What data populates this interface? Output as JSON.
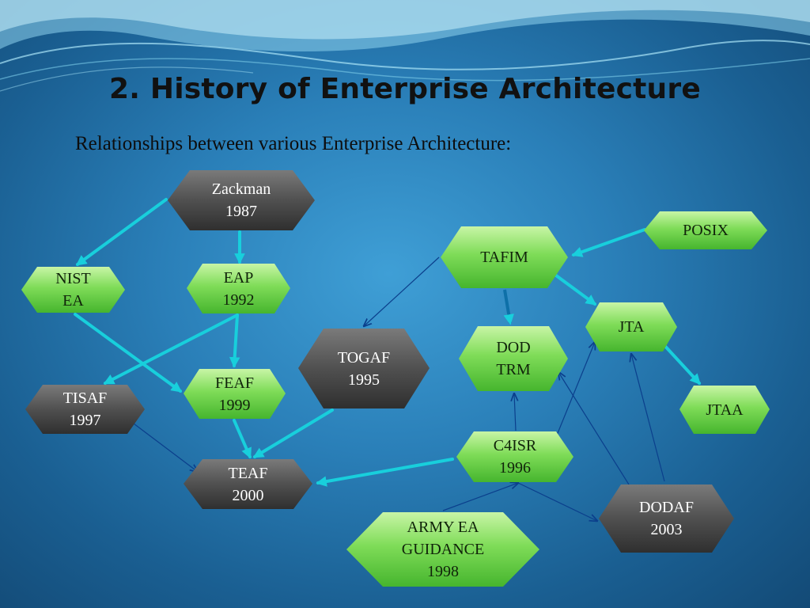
{
  "slide": {
    "title": "2. History of Enterprise Architecture",
    "subtitle": "Relationships between various Enterprise Architecture:"
  },
  "colors": {
    "thick_arrow": "#18cfdc",
    "thin_arrow": "#0b3f8c",
    "green_node": "#6fd84f",
    "dark_node": "#4f4f4f"
  },
  "nodes": {
    "zackman": {
      "lines": [
        "Zackman",
        "1987"
      ]
    },
    "nist": {
      "lines": [
        "NIST",
        "EA"
      ]
    },
    "eap": {
      "lines": [
        "EAP",
        "1992"
      ]
    },
    "tisaf": {
      "lines": [
        "TISAF",
        "1997"
      ]
    },
    "feaf": {
      "lines": [
        "FEAF",
        "1999"
      ]
    },
    "togaf": {
      "lines": [
        "TOGAF",
        "1995"
      ]
    },
    "teaf": {
      "lines": [
        "TEAF",
        "2000"
      ]
    },
    "tafim": {
      "lines": [
        "TAFIM"
      ]
    },
    "posix": {
      "lines": [
        "POSIX"
      ]
    },
    "dod": {
      "lines": [
        "DOD",
        "TRM"
      ]
    },
    "jta": {
      "lines": [
        "JTA"
      ]
    },
    "jtaa": {
      "lines": [
        "JTAA"
      ]
    },
    "c4isr": {
      "lines": [
        "C4ISR",
        "1996"
      ]
    },
    "dodaf": {
      "lines": [
        "DODAF",
        "2003"
      ]
    },
    "army": {
      "lines": [
        "ARMY EA",
        "GUIDANCE",
        "1998"
      ]
    }
  }
}
